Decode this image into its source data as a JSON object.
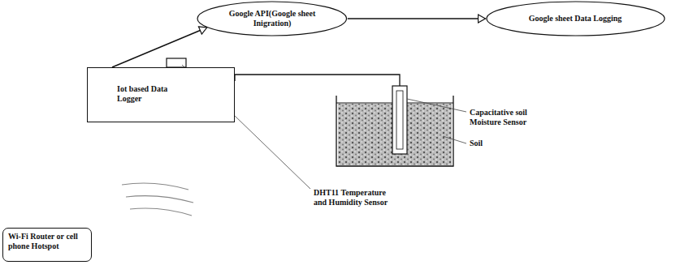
{
  "diagram": {
    "nodes": [
      {
        "text": [
          "Google API(Google sheet Inigration)"
        ]
      },
      {
        "text": [
          "Google sheet Data Logging"
        ]
      },
      {
        "text": [
          "Iot based Data Logger"
        ]
      },
      {
        "text": [
          "Wi-Fi Router or cell phone Hotspot"
        ]
      }
    ],
    "edges": [
      {
        "from": 2,
        "to": 0,
        "arrow": "to"
      },
      {
        "from": 0,
        "to": 1,
        "arrow": "to"
      }
    ],
    "labels": [
      "DHT11 Temperature and Humidity Sensor",
      "Capacitative soil Moisture Sensor",
      "Soil"
    ]
  }
}
